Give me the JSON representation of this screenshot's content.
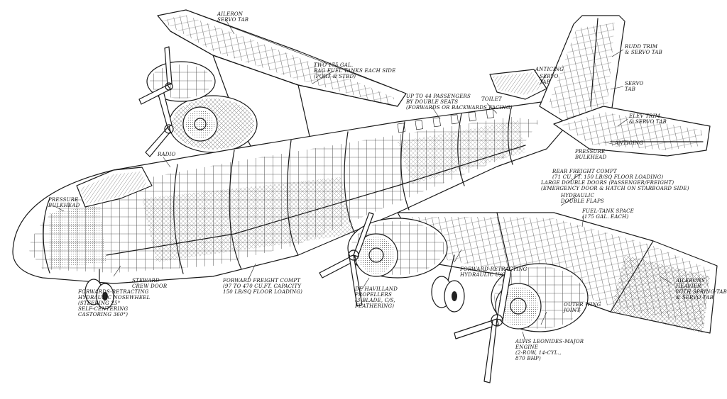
{
  "labels": {
    "aileron_servo_tab": "AILERON\nSERVO TAB",
    "fuel_tanks": "TWO 175 GAL.\nBAG FUEL TANKS EACH SIDE\n(PORT & STBD)",
    "passengers": "UP TO 44 PASSENGERS\nBY DOUBLE SEATS\n(FORWARDS OR BACKWARDS FACING)",
    "toilet": "TOILET",
    "anticing_fin": "ANTICING",
    "servo_tab_fin": "SERVO\nTAB",
    "rudder_trim": "RUDD TRIM\n& SERVO TAB",
    "servo_tab": "SERVO\nTAB",
    "elevator_trim": "ELEV TRIM\n& SERVO TAB",
    "anticing_tail": "ANTICING",
    "pressure_bulkhead_rear": "PRESSURE\nBULKHEAD",
    "rear_freight": "REAR FREIGHT COMPT\n(71 cu. ft. 150 LB/SQ FLOOR LOADING)",
    "large_double_doors": "LARGE DOUBLE DOORS (PASSENGER/FREIGHT)\n(EMERGENCY DOOR & HATCH ON STARBOARD SIDE)",
    "hydraulic_flaps": "HYDRAULIC\nDOUBLE FLAPS",
    "fuel_tank_space": "FUEL-TANK SPACE\n(175 GAL. EACH)",
    "radio": "RADIO",
    "pressure_bulkhead_fwd": "PRESSURE\nBULKHEAD",
    "ailerons": "AILERONS HEAVIER\nWITH SPRING-TAB\n& SERVO TAB",
    "steward_door": "STEWARD\nCREW DOOR",
    "forward_freight": "FORWARD FREIGHT COMPT\n(97 TO 470 cu.ft. CAPACITY\n150 LB/SQ FLOOR LOADING)",
    "nosewheel": "FORWARDS-RETRACTING\nHYDRAULIC NOSEWHEEL\n(STEERING 25°\nSELF-CENTERING\nCASTORING 360°)",
    "propellers": "DE HAVILLAND\nPROPELLERS\n(3-BLADE, C/S,\nFEATHERING)",
    "main_undercarriage": "FORWARD-RETRACTING\nHYDRAULIC U/C",
    "outer_wing_joint": "OUTER WING\nJOINT",
    "engine": "ALVIS LEONIDES-MAJOR\nENGINE\n(2-ROW, 14-CYL.,\n870 BHP)"
  },
  "palette": {
    "ink": "#1a1a1a",
    "paper": "#ffffff"
  }
}
